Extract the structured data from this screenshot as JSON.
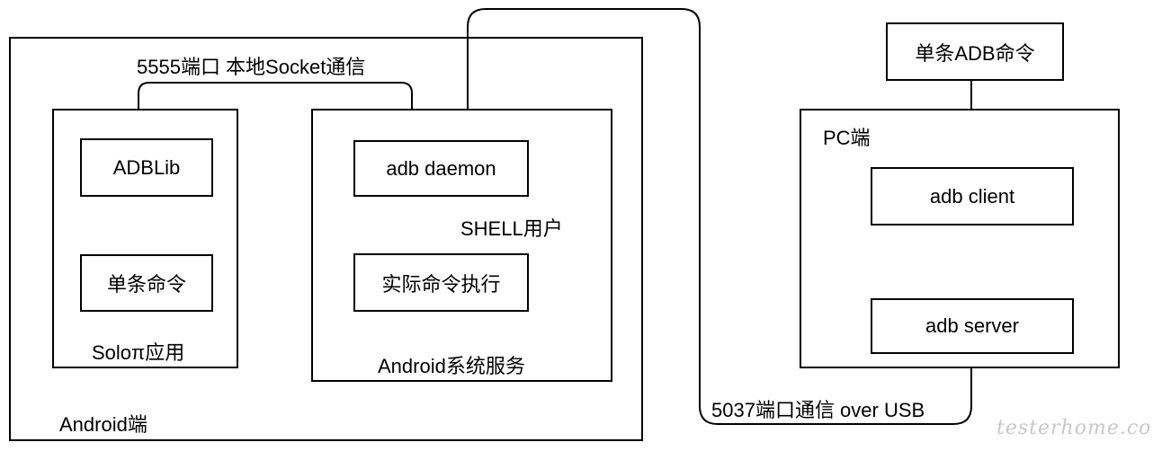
{
  "containers": {
    "android": "Android端",
    "solopi": "Soloπ应用",
    "system": "Android系统服务",
    "pc": "PC端"
  },
  "nodes": {
    "adblib": "ADBLib",
    "single_cmd": "单条命令",
    "adb_daemon": "adb daemon",
    "exec": "实际命令执行",
    "pc_cmd": "单条ADB命令",
    "adb_client": "adb client",
    "adb_server": "adb server"
  },
  "edges": {
    "socket": "5555端口 本地Socket通信",
    "shell": "SHELL用户",
    "usb": "5037端口通信 over USB"
  },
  "watermark": "testerhome.com"
}
